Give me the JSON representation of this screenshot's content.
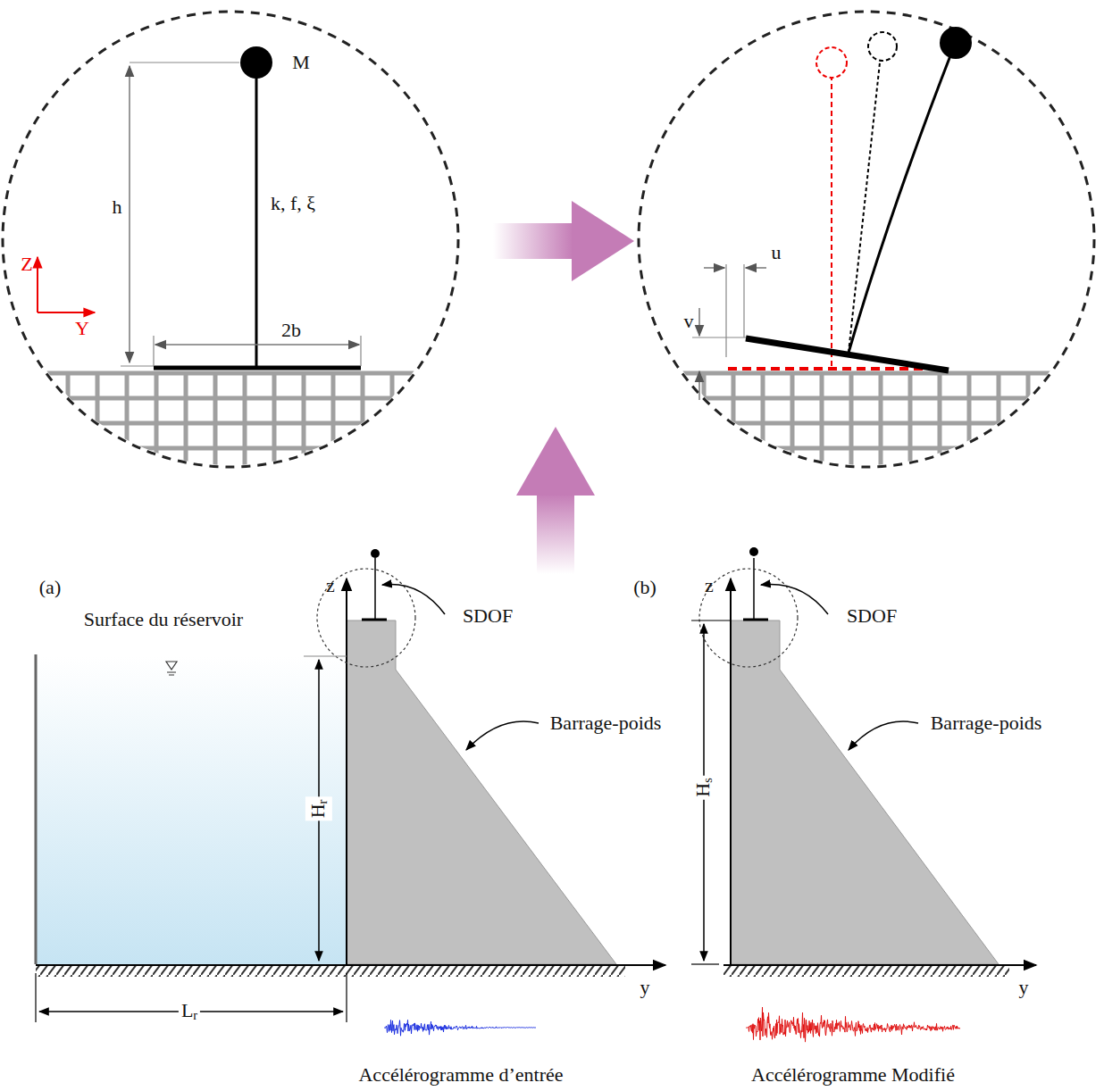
{
  "diagram": {
    "labels": [
      "M",
      "h",
      "k, f, ξ",
      "Z",
      "Y",
      "2b",
      "u",
      "v",
      "(a)",
      "z",
      "SDOF",
      "Surface du réservoir",
      "Barrage-poids",
      "Hr",
      "Lr",
      "y",
      "Accélérogramme d’entrée",
      "(b)",
      "z",
      "SDOF",
      "Barrage-poids",
      "Hs",
      "y",
      "Accélérogramme Modifié"
    ]
  }
}
